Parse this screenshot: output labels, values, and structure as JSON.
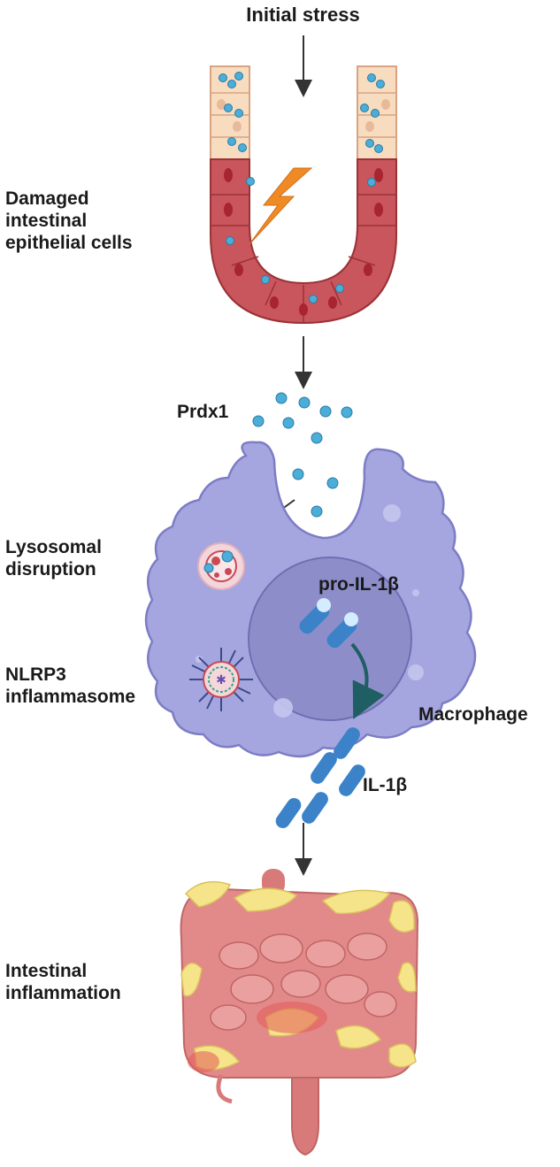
{
  "labels": {
    "initial_stress": "Initial stress",
    "damaged_cells": [
      "Damaged",
      "intestinal",
      "epithelial cells"
    ],
    "prdx1": "Prdx1",
    "lysosomal": [
      "Lysosomal",
      "disruption"
    ],
    "pro_il1b": "pro-IL-1β",
    "nlrp3": [
      "NLRP3",
      "inflammasome"
    ],
    "macrophage": "Macrophage",
    "il1b": "IL-1β",
    "intestinal_inflammation": [
      "Intestinal",
      "inflammation"
    ]
  },
  "colors": {
    "arrow": "#333333",
    "epithelium_top": "#f7dcc0",
    "epithelium_damaged": "#c9565c",
    "nucleus": "#a8242e",
    "prdx1_particle": "#4aaed8",
    "macrophage_body": "#a5a6df",
    "macrophage_nucleus": "#8d8ec9",
    "il1b": "#3b82c8",
    "lightning": "#f08a24",
    "intestine_pink": "#e28a8a",
    "intestine_fat": "#f6e48a",
    "inflammation_red": "#e35a5a"
  }
}
